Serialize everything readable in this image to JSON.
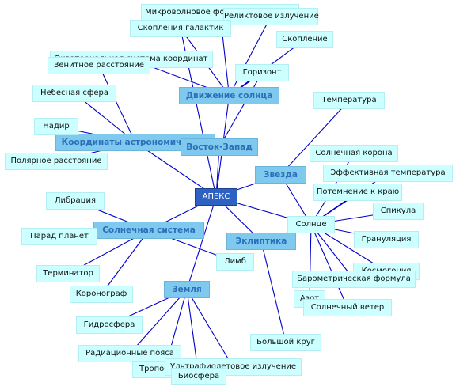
{
  "center": "АПЕКС",
  "categories": {
    "dvizhenie": "Движение солнца",
    "koordinaty": "Координаты астрономические",
    "vostok": "Восток-Запад",
    "zvezda": "Звезда",
    "solnechnaya": "Солнечная система",
    "ekliptika": "Эклиптика",
    "zemlya": "Земля"
  },
  "terms": {
    "mikrovolnovoe": "Микроволновое фоновое излучение",
    "reliktovoe": "Реликтовое излучение",
    "skopleniya": "Скопления галактик",
    "skoplenie": "Скопление",
    "ekvatorialnaya": "Экваториальная система координат",
    "zenitnoe": "Зенитное расстояние",
    "gorizont": "Горизонт",
    "nebesnaya": "Небесная сфера",
    "temperatura": "Температура",
    "nadir": "Надир",
    "polyarnoe": "Полярное расстояние",
    "korona": "Солнечная корона",
    "effektivnaya": "Эффективная температура",
    "potemnenie": "Потемнение к краю",
    "libraciya": "Либрация",
    "spikula": "Спикула",
    "solnce": "Солнце",
    "parad": "Парад планет",
    "granulyaciya": "Грануляция",
    "limb": "Лимб",
    "terminator": "Терминатор",
    "kosmogoniya": "Космогония",
    "barometricheskaya": "Барометрическая формула",
    "koronograf": "Коронограф",
    "azot": "Азот",
    "veter": "Солнечный ветер",
    "gidrosfera": "Гидросфера",
    "bolshoi_krug": "Большой круг",
    "radiacionnye": "Радиационные пояса",
    "troposfera": "Тропосфера",
    "ultrafioletovoe": "Ультрафиолетовое излучение",
    "biosfera": "Биосфера"
  },
  "colors": {
    "edge": "#0000cc",
    "term_fill": "#ccffff",
    "category_fill": "#7fc9ef",
    "category_text": "#2a6fb8",
    "center_fill": "#2e61c4"
  }
}
